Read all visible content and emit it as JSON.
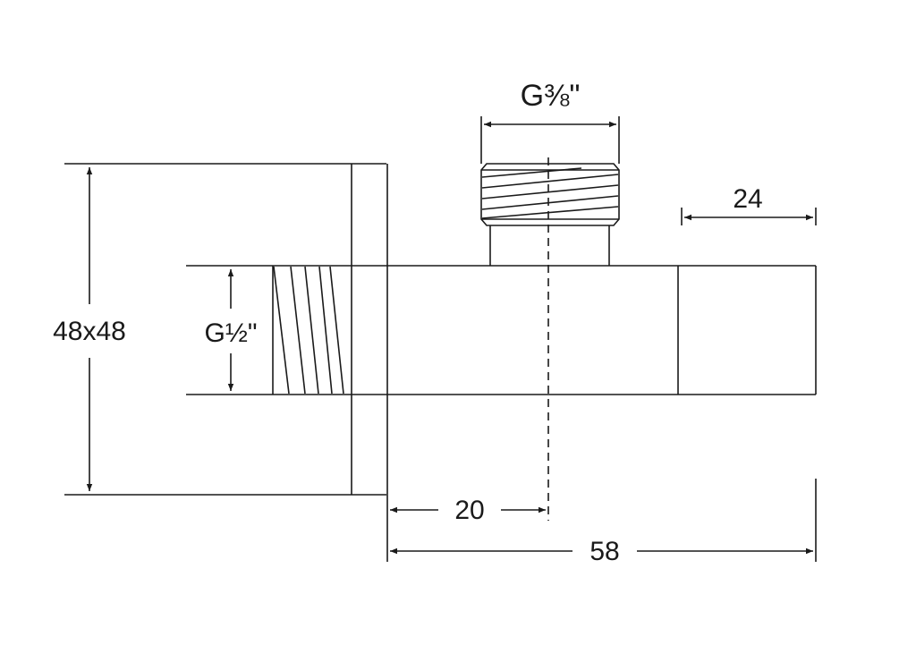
{
  "drawing": {
    "dimensions": {
      "wall_plate": "48x48",
      "inlet_thread": "G½\"",
      "outlet_thread": "G⅜\"",
      "handle_length": "24",
      "axis_offset": "20",
      "overall_length": "58"
    }
  },
  "colors": {
    "line": "#1a1a1a",
    "background": "#ffffff"
  }
}
